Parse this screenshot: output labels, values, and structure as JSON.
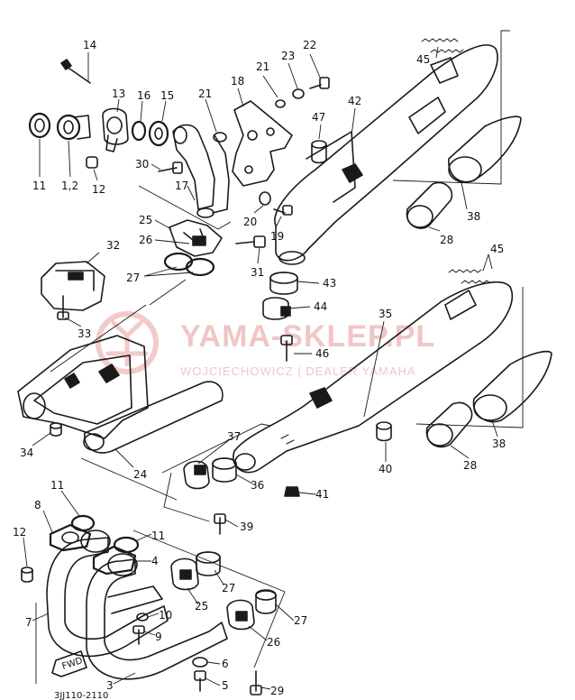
{
  "watermark": {
    "title": "YAMA-SKLEP.PL",
    "subtitle": "WOJCIECHOWICZ | DEALER YAMAHA",
    "color": "#e8a0a0"
  },
  "caption": "3JJ110-2110",
  "fwd_label": "FWD",
  "callouts": [
    {
      "id": "c14",
      "text": "14"
    },
    {
      "id": "c13",
      "text": "13"
    },
    {
      "id": "c16",
      "text": "16"
    },
    {
      "id": "c15",
      "text": "15"
    },
    {
      "id": "c21a",
      "text": "21"
    },
    {
      "id": "c18",
      "text": "18"
    },
    {
      "id": "c21b",
      "text": "21"
    },
    {
      "id": "c23",
      "text": "23"
    },
    {
      "id": "c22",
      "text": "22"
    },
    {
      "id": "c45a",
      "text": "45"
    },
    {
      "id": "c42",
      "text": "42"
    },
    {
      "id": "c47",
      "text": "47"
    },
    {
      "id": "c11a",
      "text": "11"
    },
    {
      "id": "c12a",
      "text": "1,2"
    },
    {
      "id": "c12b",
      "text": "12"
    },
    {
      "id": "c30",
      "text": "30"
    },
    {
      "id": "c17",
      "text": "17"
    },
    {
      "id": "c20",
      "text": "20"
    },
    {
      "id": "c19",
      "text": "19"
    },
    {
      "id": "c38a",
      "text": "38"
    },
    {
      "id": "c28a",
      "text": "28"
    },
    {
      "id": "c25a",
      "text": "25"
    },
    {
      "id": "c26a",
      "text": "26"
    },
    {
      "id": "c32",
      "text": "32"
    },
    {
      "id": "c27a",
      "text": "27"
    },
    {
      "id": "c31",
      "text": "31"
    },
    {
      "id": "c45b",
      "text": "45"
    },
    {
      "id": "c43",
      "text": "43"
    },
    {
      "id": "c44",
      "text": "44"
    },
    {
      "id": "c33",
      "text": "33"
    },
    {
      "id": "c35",
      "text": "35"
    },
    {
      "id": "c46",
      "text": "46"
    },
    {
      "id": "c34",
      "text": "34"
    },
    {
      "id": "c24",
      "text": "24"
    },
    {
      "id": "c37",
      "text": "37"
    },
    {
      "id": "c36",
      "text": "36"
    },
    {
      "id": "c38b",
      "text": "38"
    },
    {
      "id": "c28b",
      "text": "28"
    },
    {
      "id": "c40",
      "text": "40"
    },
    {
      "id": "c41",
      "text": "41"
    },
    {
      "id": "c11b",
      "text": "11"
    },
    {
      "id": "c8",
      "text": "8"
    },
    {
      "id": "c11c",
      "text": "11"
    },
    {
      "id": "c12c",
      "text": "12"
    },
    {
      "id": "c4",
      "text": "4"
    },
    {
      "id": "c39",
      "text": "39"
    },
    {
      "id": "c27b",
      "text": "27"
    },
    {
      "id": "c25b",
      "text": "25"
    },
    {
      "id": "c10",
      "text": "10"
    },
    {
      "id": "c7",
      "text": "7"
    },
    {
      "id": "c9",
      "text": "9"
    },
    {
      "id": "c27c",
      "text": "27"
    },
    {
      "id": "c26b",
      "text": "26"
    },
    {
      "id": "c6",
      "text": "6"
    },
    {
      "id": "c3",
      "text": "3"
    },
    {
      "id": "c5",
      "text": "5"
    },
    {
      "id": "c29",
      "text": "29"
    }
  ]
}
